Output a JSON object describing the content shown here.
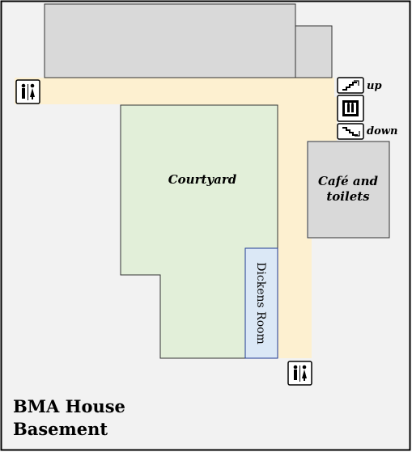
{
  "map": {
    "title_line1": "BMA House",
    "title_line2": "Basement",
    "rooms": {
      "courtyard": "Courtyard",
      "dickens_room": "Dickens Room",
      "cafe_line1": "Café and",
      "cafe_line2": "toilets"
    },
    "stairs": {
      "up_label": "up",
      "down_label": "down"
    },
    "icons": [
      "toilets-icon",
      "toilets-icon",
      "stairs-up-icon",
      "lift-icon",
      "stairs-down-icon"
    ],
    "colors": {
      "corridor": "#fdf0d0",
      "courtyard": "#e2efd9",
      "dickens_room": "#dbe8f6",
      "building": "#d9d9d9",
      "background": "#f2f2f2"
    }
  }
}
